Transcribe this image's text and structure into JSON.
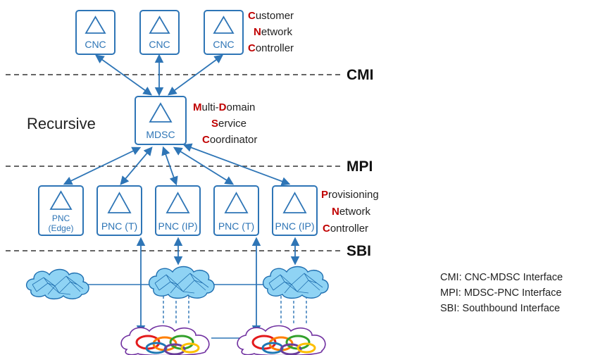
{
  "layers": {
    "cmi": "CMI",
    "mpi": "MPI",
    "sbi": "SBI"
  },
  "recursive_label": "Recursive",
  "cnc_nodes": [
    "CNC",
    "CNC",
    "CNC"
  ],
  "mdsc_node": "MDSC",
  "pnc_nodes": [
    {
      "line1": "PNC",
      "line2": "(Edge)"
    },
    {
      "line1": "PNC (T)",
      "line2": ""
    },
    {
      "line1": "PNC (IP)",
      "line2": ""
    },
    {
      "line1": "PNC (T)",
      "line2": ""
    },
    {
      "line1": "PNC (IP)",
      "line2": ""
    }
  ],
  "roles": {
    "customer": [
      {
        "initial": "C",
        "rest": "ustomer"
      },
      {
        "initial": "N",
        "rest": "etwork"
      },
      {
        "initial": "C",
        "rest": "ontroller"
      }
    ],
    "mdsc": [
      {
        "initial": "M",
        "rest": "ulti-",
        "initial2": "D",
        "rest2": "omain"
      },
      {
        "initial": "S",
        "rest": "ervice",
        "initial2": "",
        "rest2": ""
      },
      {
        "initial": "C",
        "rest": "oordinator",
        "initial2": "",
        "rest2": ""
      }
    ],
    "provisioning": [
      {
        "initial": "P",
        "rest": "rovisioning"
      },
      {
        "initial": "N",
        "rest": "etwork"
      },
      {
        "initial": "C",
        "rest": "ontroller"
      }
    ]
  },
  "legend": [
    "CMI: CNC-MDSC Interface",
    "MPI: MDSC-PNC Interface",
    "SBI: Southbound Interface"
  ],
  "colors": {
    "node_blue": "#2e75b6",
    "initial_red": "#c00000",
    "cloud_blue": "#8fd3f4"
  },
  "icons": {
    "controller": "triangle-icon",
    "ip_network": "blue-mesh-cloud-icon",
    "optical_network": "rainbow-ring-cloud-icon"
  }
}
